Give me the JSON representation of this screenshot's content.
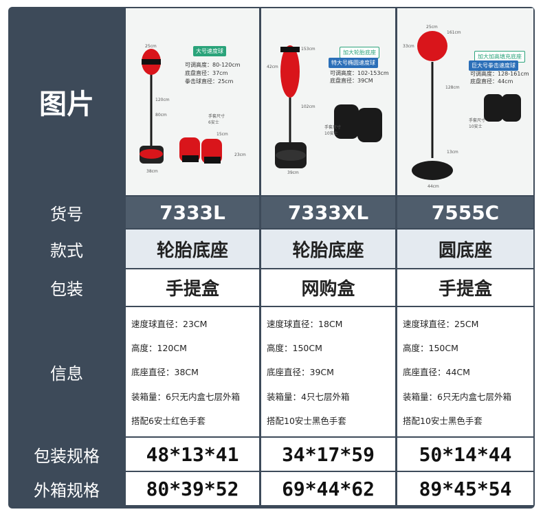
{
  "rows": {
    "picture_label": "图片",
    "sku_label": "货号",
    "style_label": "款式",
    "package_label": "包装",
    "info_label": "信息",
    "package_spec_label": "包装规格",
    "carton_spec_label": "外箱规格"
  },
  "products": [
    {
      "sku": "7333L",
      "style": "轮胎底座",
      "package": "手提盒",
      "info": [
        "速度球直径：23CM",
        "高度：120CM",
        "底座直径：38CM",
        "装箱量：6只无内盒七层外箱",
        "搭配6安士红色手套"
      ],
      "package_spec": "48*13*41",
      "carton_spec": "80*39*52",
      "image": {
        "tag1": "大号速度球",
        "lines": [
          "可调高度：80-120cm",
          "底盘直径：37cm",
          "拳击球直径：25cm"
        ],
        "glove_note": "手套尺寸\n6安士",
        "dims": {
          "top": "25cm",
          "mid1": "120cm",
          "mid2": "80cm",
          "base": "38cm",
          "glove_w": "15cm",
          "glove_h": "23cm"
        }
      }
    },
    {
      "sku": "7333XL",
      "style": "轮胎底座",
      "package": "网购盒",
      "info": [
        "速度球直径：18CM",
        "高度：150CM",
        "底座直径：39CM",
        "装箱量：4只七层外箱",
        "搭配10安士黑色手套"
      ],
      "package_spec": "34*17*59",
      "carton_spec": "69*44*62",
      "image": {
        "tag1": "加大轮胎底座",
        "tag2": "特大号椭圆速度球",
        "lines": [
          "可调高度：102-153cm",
          "底盘直径：39CM"
        ],
        "glove_note": "手套尺寸\n10安士",
        "dims": {
          "top": "153cm",
          "left": "42cm",
          "mid": "102cm",
          "base": "39cm"
        }
      }
    },
    {
      "sku": "7555C",
      "style": "圆底座",
      "package": "手提盒",
      "info": [
        "速度球直径：25CM",
        "高度：150CM",
        "底座直径：44CM",
        "装箱量：6只无内盒七层外箱",
        "搭配10安士黑色手套"
      ],
      "package_spec": "50*14*44",
      "carton_spec": "89*45*54",
      "image": {
        "tag1": "加大加高填充底座",
        "tag2": "巨大号拳击速度球",
        "lines": [
          "可调高度：128-161cm",
          "底盘直径：44cm"
        ],
        "glove_note": "手套尺寸\n10安士",
        "dims": {
          "top": "25cm",
          "top_r": "161cm",
          "left": "33cm",
          "mid": "128cm",
          "low": "13cm",
          "base": "44cm"
        }
      }
    }
  ],
  "colors": {
    "frame": "#3d4a59",
    "header_row": "#4f5d6c",
    "ball_red": "#d9151b",
    "pole": "#1a1a1a",
    "tag_green": "#2aa37a",
    "tag_blue": "#2b6fb8"
  }
}
